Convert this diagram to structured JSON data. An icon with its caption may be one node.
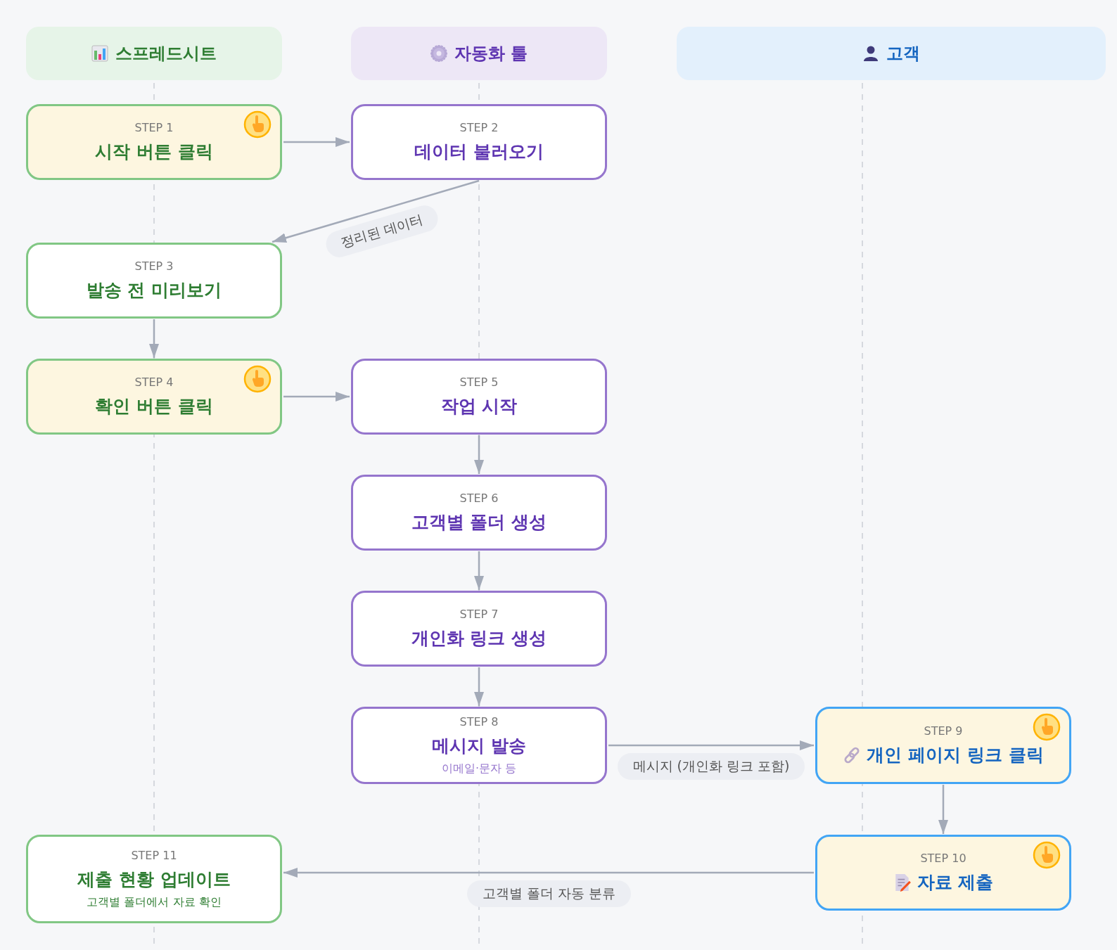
{
  "diagram": {
    "nodes": [
      {
        "text": [
          "스프레드시트"
        ]
      },
      {
        "text": [
          "자동화 툴"
        ]
      },
      {
        "text": [
          "고객"
        ]
      },
      {
        "text": [
          "STEP 1",
          "시작 버튼 클릭"
        ]
      },
      {
        "text": [
          "STEP 2",
          "데이터 불러오기"
        ]
      },
      {
        "text": [
          "STEP 3",
          "발송 전 미리보기"
        ]
      },
      {
        "text": [
          "STEP 4",
          "확인 버튼 클릭"
        ]
      },
      {
        "text": [
          "STEP 5",
          "작업 시작"
        ]
      },
      {
        "text": [
          "STEP 6",
          "고객별 폴더 생성"
        ]
      },
      {
        "text": [
          "STEP 7",
          "개인화 링크 생성"
        ]
      },
      {
        "text": [
          "STEP 8",
          "메시지 발송",
          "이메일·문자 등"
        ]
      },
      {
        "text": [
          "STEP 9",
          "개인 페이지 링크 클릭"
        ]
      },
      {
        "text": [
          "STEP 10",
          "자료 제출"
        ]
      },
      {
        "text": [
          "STEP 11",
          "제출 현황 업데이트",
          "고객별 폴더에서 자료 확인"
        ]
      }
    ],
    "edges": [
      {
        "from": 3,
        "to": 4,
        "arrow": "to"
      },
      {
        "from": 4,
        "to": 5,
        "arrow": "to",
        "label": "정리된 데이터"
      },
      {
        "from": 5,
        "to": 6,
        "arrow": "to"
      },
      {
        "from": 6,
        "to": 7,
        "arrow": "to"
      },
      {
        "from": 7,
        "to": 8,
        "arrow": "to"
      },
      {
        "from": 8,
        "to": 9,
        "arrow": "to"
      },
      {
        "from": 9,
        "to": 10,
        "arrow": "to"
      },
      {
        "from": 10,
        "to": 11,
        "arrow": "to",
        "label": "메시지 (개인화 링크 포함)"
      },
      {
        "from": 11,
        "to": 12,
        "arrow": "to"
      },
      {
        "from": 12,
        "to": 13,
        "arrow": "to",
        "label": "고객별 폴더 자동 분류"
      }
    ]
  }
}
